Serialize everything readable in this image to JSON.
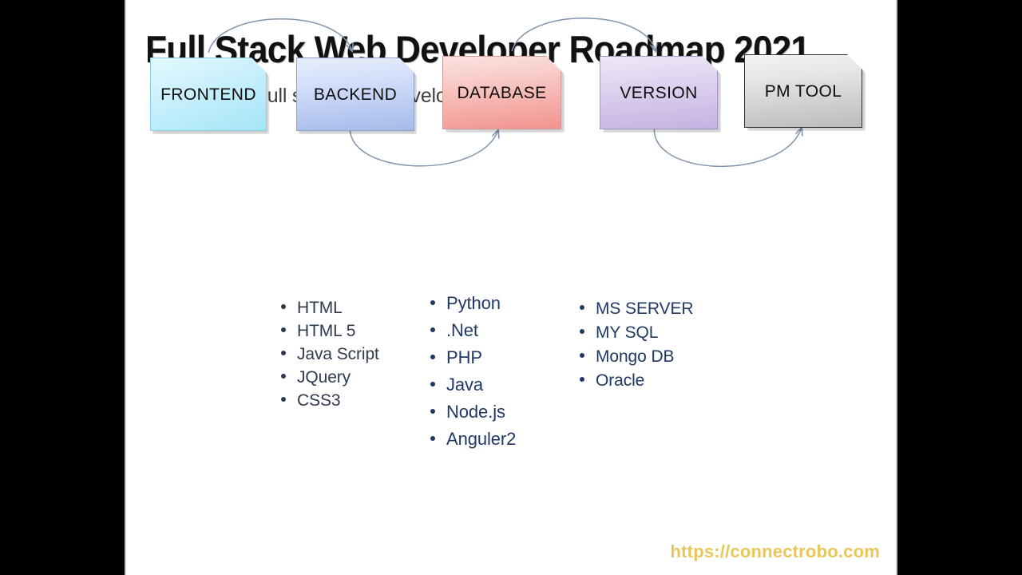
{
  "slide": {
    "title": "Full Stack Web Developer Roadmap 2021",
    "subtitle": "What is Full stack Web developer?",
    "footer_url": "https://connectrobo.com",
    "background_color": "#ffffff",
    "frame_color": "#000000",
    "url_color": "#e8c65a"
  },
  "flow": {
    "boxes": [
      {
        "id": "frontend",
        "label": "FRONTEND",
        "fill_top": "#d6f4fd",
        "fill_bottom": "#9fe4f7",
        "border": "#7fc9dd"
      },
      {
        "id": "backend",
        "label": "BACKEND",
        "fill_top": "#dde6f7",
        "fill_bottom": "#a9bce8",
        "border": "#7d93c4"
      },
      {
        "id": "database",
        "label": "DATABASE",
        "fill_top": "#f9d8d8",
        "fill_bottom": "#f49a96",
        "border": "#c98a8a"
      },
      {
        "id": "version",
        "label": "VERSION",
        "fill_top": "#e9e1f3",
        "fill_bottom": "#cbb9e6",
        "border": "#9e8cc0"
      },
      {
        "id": "pmtool",
        "label": "PM TOOL",
        "fill_top": "#eeeeee",
        "fill_bottom": "#bdbdbd",
        "border": "#2f2f2f"
      }
    ],
    "arrows": [
      {
        "from": "frontend",
        "to": "backend",
        "direction": "over"
      },
      {
        "from": "backend",
        "to": "database",
        "direction": "under"
      },
      {
        "from": "database",
        "to": "version",
        "direction": "over"
      },
      {
        "from": "version",
        "to": "pmtool",
        "direction": "under"
      }
    ],
    "arrow_color": "#7f94ae"
  },
  "lists": [
    {
      "id": "frontend-skills",
      "items": [
        "HTML",
        "HTML 5",
        "Java Script",
        "JQuery",
        "CSS3"
      ],
      "color": "#2e3b4e"
    },
    {
      "id": "backend-skills",
      "items": [
        "Python",
        ".Net",
        "PHP",
        "Java",
        "Node.js",
        "Anguler2"
      ],
      "color": "#1f3864"
    },
    {
      "id": "database-skills",
      "items": [
        "MS SERVER",
        "MY SQL",
        "Mongo DB",
        "Oracle"
      ],
      "color": "#1f3864"
    }
  ]
}
